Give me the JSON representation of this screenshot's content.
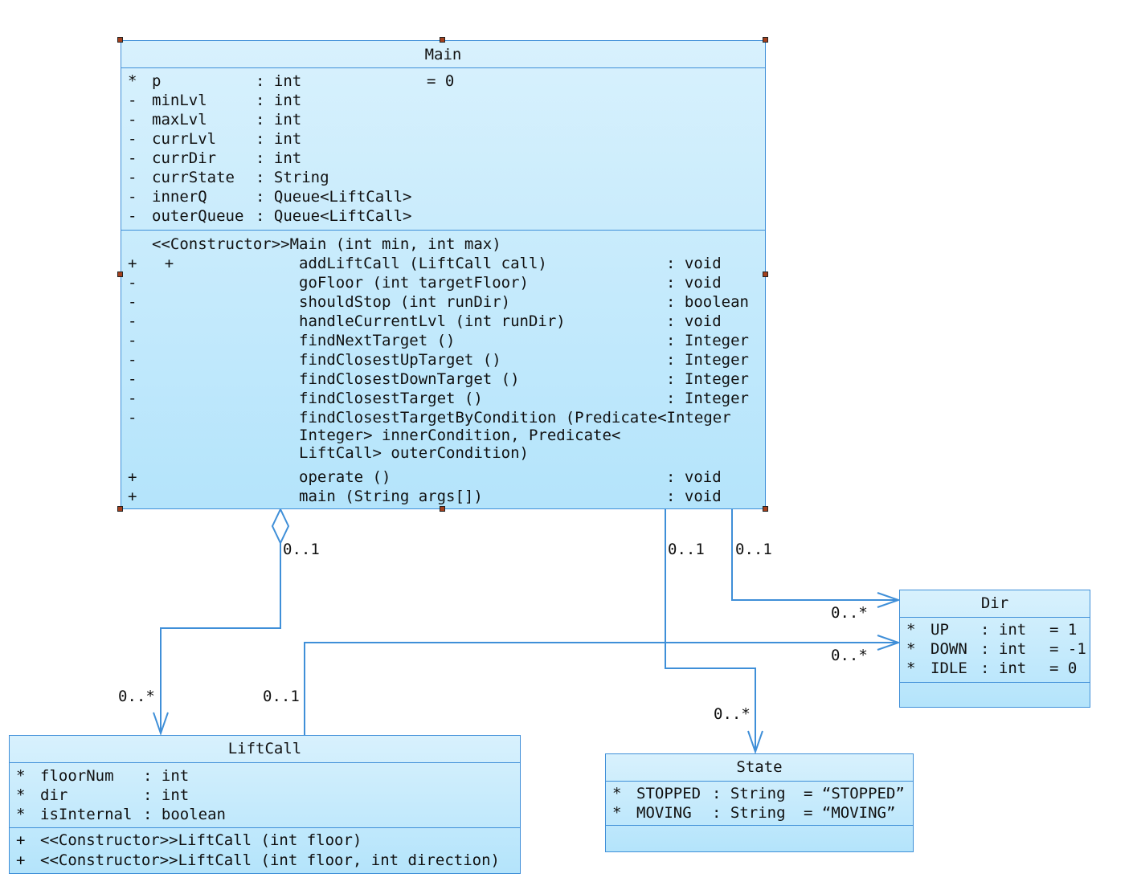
{
  "main": {
    "name": "Main",
    "attributes": [
      {
        "vis": "*",
        "name": "p",
        "type": ": int",
        "default": "= 0"
      },
      {
        "vis": "-",
        "name": "minLvl",
        "type": ": int",
        "default": ""
      },
      {
        "vis": "-",
        "name": "maxLvl",
        "type": ": int",
        "default": ""
      },
      {
        "vis": "-",
        "name": "currLvl",
        "type": ": int",
        "default": ""
      },
      {
        "vis": "-",
        "name": "currDir",
        "type": ": int",
        "default": ""
      },
      {
        "vis": "-",
        "name": "currState",
        "type": ": String",
        "default": ""
      },
      {
        "vis": "-",
        "name": "innerQ",
        "type": ": Queue<LiftCall>",
        "default": ""
      },
      {
        "vis": "-",
        "name": "outerQueue",
        "type": ": Queue<LiftCall>",
        "default": ""
      }
    ],
    "constructor": {
      "vis": "+",
      "text": "<<Constructor>>Main (int min, int max)"
    },
    "methods": [
      {
        "vis": "+",
        "sig": "addLiftCall (LiftCall call)",
        "ret": ": void"
      },
      {
        "vis": "-",
        "sig": "goFloor (int targetFloor)",
        "ret": ": void"
      },
      {
        "vis": "-",
        "sig": "shouldStop (int runDir)",
        "ret": ": boolean"
      },
      {
        "vis": "-",
        "sig": "handleCurrentLvl (int runDir)",
        "ret": ": void"
      },
      {
        "vis": "-",
        "sig": "findNextTarget ()",
        "ret": ": Integer"
      },
      {
        "vis": "-",
        "sig": "findClosestUpTarget ()",
        "ret": ": Integer"
      },
      {
        "vis": "-",
        "sig": "findClosestDownTarget ()",
        "ret": ": Integer"
      },
      {
        "vis": "-",
        "sig": "findClosestTarget ()",
        "ret": ": Integer"
      }
    ],
    "long_method": {
      "vis": "-",
      "line1": "findClosestTargetByCondition (Predicate<Integer",
      "line2": "Integer> innerCondition, Predicate<",
      "line3": "LiftCall> outerCondition)"
    },
    "tail_methods": [
      {
        "vis": "+",
        "sig": "operate ()",
        "ret": ": void"
      },
      {
        "vis": "+",
        "sig": "main (String args[])",
        "ret": ": void"
      }
    ]
  },
  "dir": {
    "name": "Dir",
    "attributes": [
      {
        "vis": "*",
        "name": "UP",
        "type": ": int",
        "default": "= 1"
      },
      {
        "vis": "*",
        "name": "DOWN",
        "type": ": int",
        "default": "= -1"
      },
      {
        "vis": "*",
        "name": "IDLE",
        "type": ": int",
        "default": "= 0"
      }
    ]
  },
  "liftcall": {
    "name": "LiftCall",
    "attributes": [
      {
        "vis": "*",
        "name": "floorNum",
        "type": ": int"
      },
      {
        "vis": "*",
        "name": "dir",
        "type": ": int"
      },
      {
        "vis": "*",
        "name": "isInternal",
        "type": ": boolean"
      }
    ],
    "methods": [
      {
        "vis": "+",
        "text": "<<Constructor>>LiftCall (int floor)"
      },
      {
        "vis": "+",
        "text": "<<Constructor>>LiftCall (int floor, int direction)"
      }
    ]
  },
  "state": {
    "name": "State",
    "attributes": [
      {
        "vis": "*",
        "name": "STOPPED",
        "type": ": String",
        "default": "= “STOPPED”"
      },
      {
        "vis": "*",
        "name": "MOVING",
        "type": ": String",
        "default": "= “MOVING”"
      }
    ]
  },
  "multiplicities": {
    "main_liftcall_src": "0..1",
    "main_liftcall_dst": "0..*",
    "main_state_src": "0..1",
    "main_state_dst": "0..*",
    "main_dir_src": "0..1",
    "main_dir_dst": "0..*",
    "liftcall_dir_src": "0..1",
    "liftcall_dir_dst": "0..*"
  },
  "colors": {
    "line": "#3f8fd8",
    "fill_top": "#d8f1fd",
    "fill_bottom": "#b4e4fb",
    "handle": "#a4401d"
  }
}
